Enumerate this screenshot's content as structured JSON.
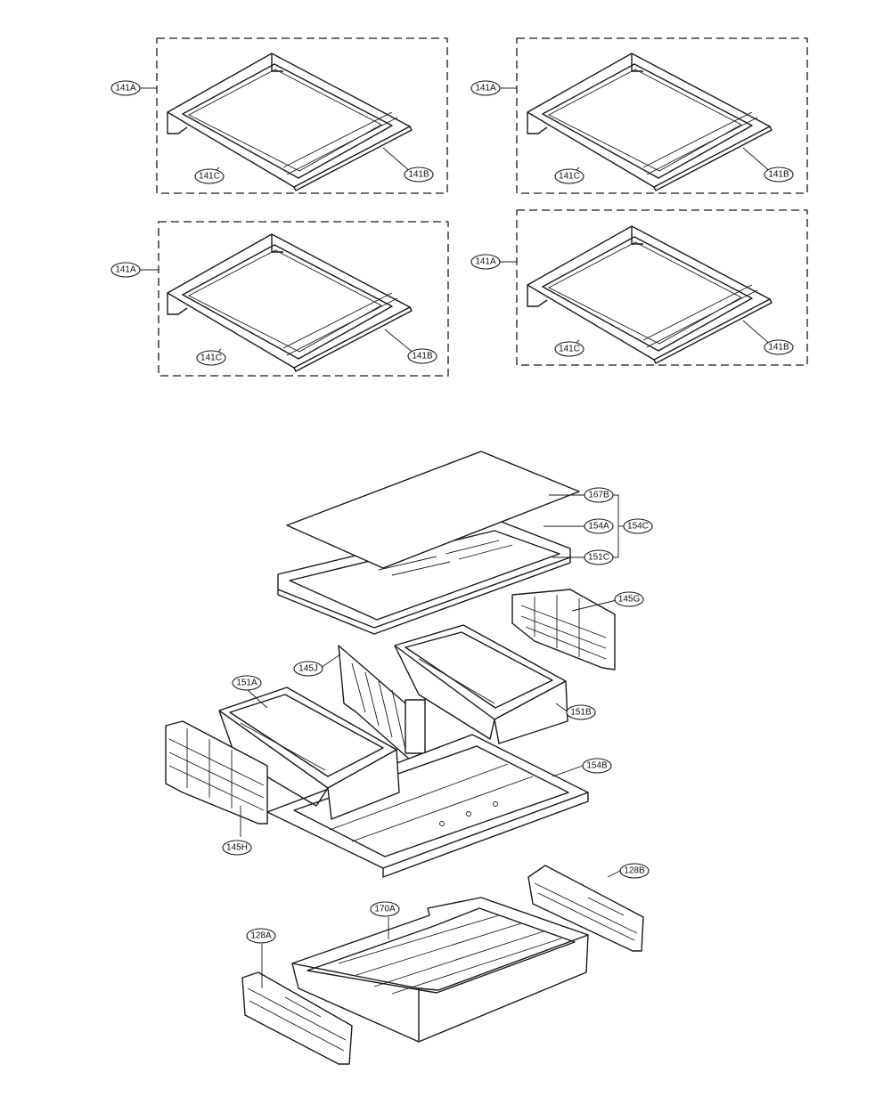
{
  "shelf_panels": [
    {
      "a": "141A",
      "b": "141B",
      "c": "141C"
    },
    {
      "a": "141A",
      "b": "141B",
      "c": "141C"
    },
    {
      "a": "141A",
      "b": "141B",
      "c": "141C"
    },
    {
      "a": "141A",
      "b": "141B",
      "c": "141C"
    }
  ],
  "crisper_labels": {
    "cover_glass": "167B",
    "cover_frame": "154A",
    "cover_assembly": "154C",
    "cover_front": "151C",
    "divider_right": "145G",
    "divider_center": "145J",
    "drawer_left": "151A",
    "drawer_right": "151B",
    "bottom_shelf": "154B",
    "divider_left": "145H",
    "pan_rail_right": "128B",
    "pan": "170A",
    "pan_rail_left": "128A"
  }
}
